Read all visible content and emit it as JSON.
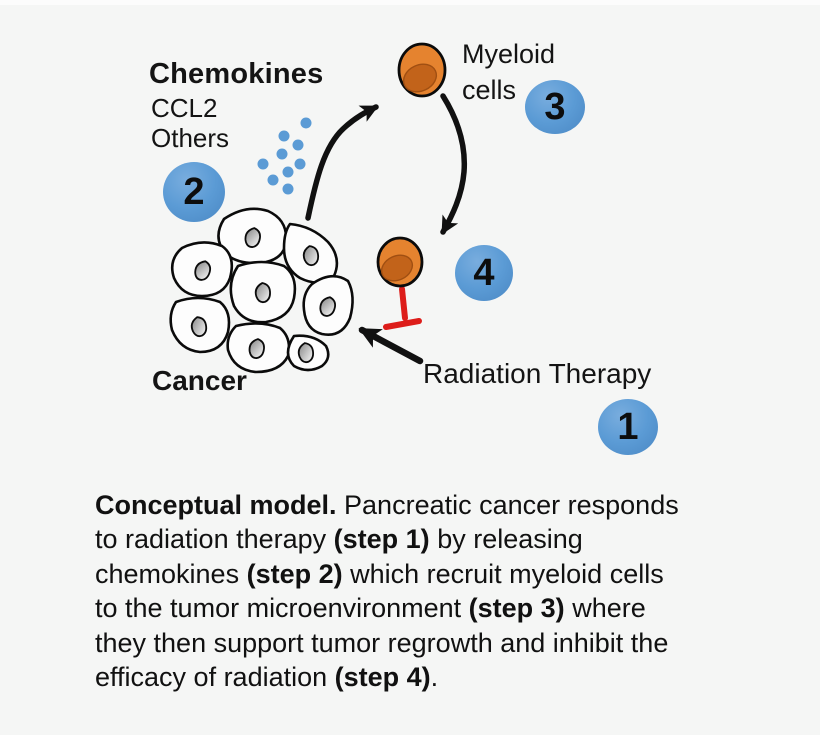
{
  "figure": {
    "type": "conceptual-model-diagram",
    "background": "#f5f6f5"
  },
  "colors": {
    "blue_circle": "#5b9bd5",
    "blue_circle_edge": "#4a87c3",
    "chemokine_dot": "#5b9bd5",
    "myeloid_fill": "#e5832f",
    "myeloid_nucleus": "#c2631a",
    "inhibition_red": "#dd1d1a",
    "arrow_black": "#111111",
    "nucleus_gray": "#8a8a8a"
  },
  "labels": {
    "chemokines_title": "Chemokines",
    "chemokines_sub1": "CCL2",
    "chemokines_sub2": "Others",
    "myeloid_cells": "Myeloid\ncells",
    "cancer": "Cancer",
    "radiation_therapy": "Radiation Therapy"
  },
  "steps": [
    {
      "n": "1",
      "meaning": "Radiation Therapy"
    },
    {
      "n": "2",
      "meaning": "Chemokines released"
    },
    {
      "n": "3",
      "meaning": "Myeloid cells recruited"
    },
    {
      "n": "4",
      "meaning": "Myeloid cell inhibits radiation efficacy"
    }
  ],
  "chemokine_dots": [
    [
      306,
      123
    ],
    [
      284,
      136
    ],
    [
      298,
      145
    ],
    [
      282,
      154
    ],
    [
      263,
      164
    ],
    [
      300,
      164
    ],
    [
      288,
      172
    ],
    [
      273,
      180
    ],
    [
      288,
      189
    ]
  ],
  "caption": {
    "lines": [
      [
        {
          "t": "Conceptual model.",
          "b": true
        },
        {
          "t": " Pancreatic cancer responds",
          "b": false
        }
      ],
      [
        {
          "t": "to radiation therapy ",
          "b": false
        },
        {
          "t": "(step 1)",
          "b": true
        },
        {
          "t": " by releasing",
          "b": false
        }
      ],
      [
        {
          "t": "chemokines ",
          "b": false
        },
        {
          "t": "(step 2)",
          "b": true
        },
        {
          "t": " which recruit myeloid cells",
          "b": false
        }
      ],
      [
        {
          "t": "to the tumor microenvironment ",
          "b": false
        },
        {
          "t": "(step 3)",
          "b": true
        },
        {
          "t": " where",
          "b": false
        }
      ],
      [
        {
          "t": "they then support tumor regrowth and inhibit the",
          "b": false
        }
      ],
      [
        {
          "t": "efficacy of radiation ",
          "b": false
        },
        {
          "t": "(step 4)",
          "b": true
        },
        {
          "t": ".",
          "b": false
        }
      ]
    ]
  }
}
